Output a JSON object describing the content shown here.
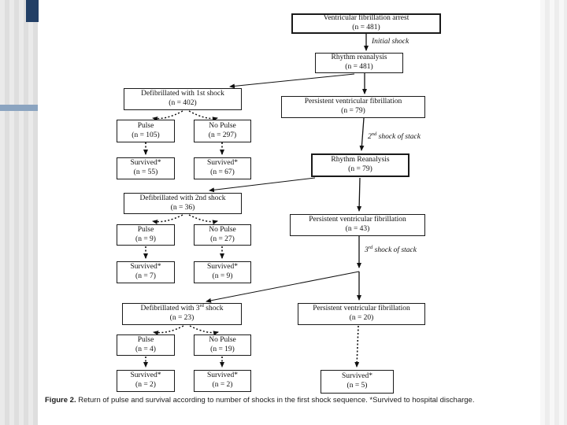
{
  "decor": {
    "navy_accent_color": "#223f66",
    "blue_bar_color": "#8ba4c0"
  },
  "nodes": {
    "vfa": {
      "line1": "Ventricular fibrillation arrest",
      "line2": "(n = 481)"
    },
    "rhythm1": {
      "line1": "Rhythm reanalysis",
      "line2": "(n = 481)"
    },
    "defib1": {
      "line1": "Defibrillated with 1st shock",
      "line2": "(n = 402)"
    },
    "pvf1": {
      "line1": "Persistent ventricular fibrillation",
      "line2": "(n = 79)"
    },
    "pulse1": {
      "line1": "Pulse",
      "line2": "(n = 105)"
    },
    "nopulse1": {
      "line1": "No Pulse",
      "line2": "(n = 297)"
    },
    "surv1a": {
      "line1": "Survived*",
      "line2": "(n = 55)"
    },
    "surv1b": {
      "line1": "Survived*",
      "line2": "(n = 67)"
    },
    "rhythm2": {
      "line1": "Rhythm Reanalysis",
      "line2": "(n = 79)"
    },
    "defib2": {
      "line1": "Defibrillated with 2nd shock",
      "line2": "(n = 36)"
    },
    "pvf2": {
      "line1": "Persistent ventricular fibrillation",
      "line2": "(n = 43)"
    },
    "pulse2": {
      "line1": "Pulse",
      "line2": "(n = 9)"
    },
    "nopulse2": {
      "line1": "No Pulse",
      "line2": "(n = 27)"
    },
    "surv2a": {
      "line1": "Survived*",
      "line2": "(n = 7)"
    },
    "surv2b": {
      "line1": "Survived*",
      "line2": "(n = 9)"
    },
    "defib3": {
      "l1a": "Defibrillated with 3",
      "l1sup": "rd",
      "l1b": " shock",
      "line2": "(n = 23)"
    },
    "pvf3": {
      "line1": "Persistent ventricular fibrillation",
      "line2": "(n = 20)"
    },
    "pulse3": {
      "line1": "Pulse",
      "line2": "(n = 4)"
    },
    "nopulse3": {
      "line1": "No Pulse",
      "line2": "(n = 19)"
    },
    "surv3a": {
      "line1": "Survived*",
      "line2": "(n = 2)"
    },
    "surv3b": {
      "line1": "Survived*",
      "line2": "(n = 2)"
    },
    "surv3c": {
      "line1": "Survived*",
      "line2": "(n = 5)"
    }
  },
  "edge_labels": {
    "initial": "Initial shock",
    "shock2": {
      "num": "2",
      "sup": "nd",
      "rest": " shock of stack"
    },
    "shock3": {
      "num": "3",
      "sup": "rd",
      "rest": " shock of stack"
    }
  },
  "caption": {
    "label": "Figure 2.",
    "text": " Return of pulse and survival according to number of shocks in the first shock sequence. *Survived to hospital discharge."
  }
}
